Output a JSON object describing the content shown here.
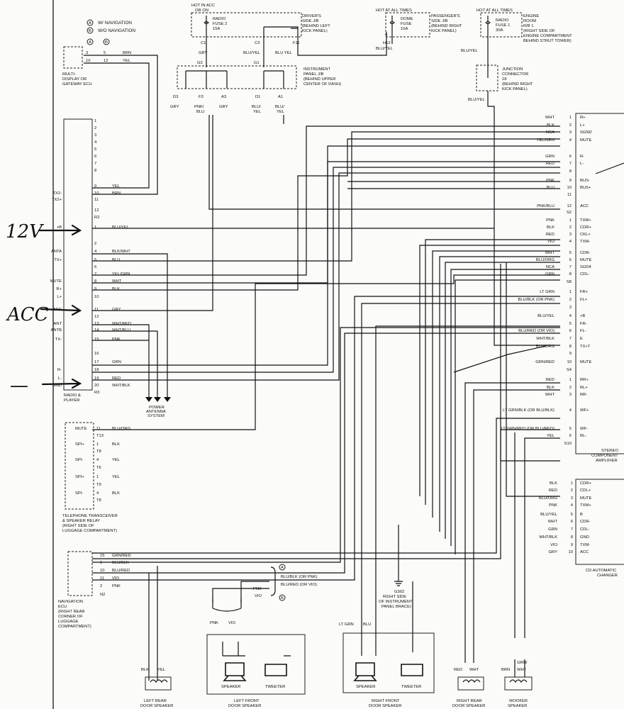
{
  "legend": {
    "a": {
      "symbol": "A",
      "label": "W/ NAVIGATION"
    },
    "b": {
      "symbol": "B",
      "label": "W/O NAVIGATION"
    }
  },
  "handwritten": {
    "v12": "12V",
    "acc": "ACC",
    "gnd": "—"
  },
  "fuses": {
    "radio2": {
      "header1": "HOT IN ACC",
      "header2": "OR ON",
      "name1": "RADIO",
      "name2": "FUSE 2",
      "amps": "15A",
      "loc": [
        "DRIVER'S",
        "SIDE J/B",
        "(BEHIND LEFT",
        "KICK PANEL)"
      ],
      "c1": "C1",
      "c3": "C3",
      "f11": "F11",
      "w1": "GRY",
      "w2": "BLU/YEL",
      "w3": "BLU YEL"
    },
    "dome": {
      "header": "HOT AT ALL TIMES",
      "name1": "DOME",
      "name2": "FUSE",
      "amps": "10A",
      "loc": [
        "PASSENGER'S",
        "SIDE J/B",
        "(BEHIND RIGHT",
        "KICK PANEL)"
      ],
      "pin": "H12",
      "wire": "BLU/YEL"
    },
    "radio1": {
      "header": "HOT AT ALL TIMES",
      "name1": "RADIO",
      "name2": "FUSE 1",
      "amps": "30A",
      "loc": [
        "ENGINE",
        "ROOM",
        "R/B 1",
        "(RIGHT SIDE OF",
        "ENGINE COMPARTMENT",
        "BEHIND STRUT TOWER)"
      ],
      "wire": "BLU/YEL"
    }
  },
  "ipjb": {
    "title": [
      "INSTRUMENT",
      "PANEL J/B",
      "(BEHIND UPPER",
      "CENTER OF DASH)"
    ],
    "g3": "G3",
    "g1": "G1",
    "pins": [
      "D3",
      "F3",
      "A3",
      "D1",
      "A1"
    ],
    "wires": [
      "GRY",
      "PNK/",
      "GRY",
      "BLU/",
      "BLU/"
    ],
    "wires2": [
      "",
      "BLU",
      "",
      "YEL",
      "YEL"
    ]
  },
  "junction": {
    "label": [
      "JUNCTION",
      "CONNECTOR",
      "18",
      "(BEHIND RIGHT",
      "KICK PANEL)"
    ],
    "wire": "BLU/YEL"
  },
  "gateway": {
    "label": [
      "MULTI-",
      "DISPLAY OR",
      "GATEWAY ECU"
    ],
    "ha": "A",
    "hb": "B",
    "rows": [
      [
        "3",
        "5",
        "BRN"
      ],
      [
        "10",
        "12",
        "YEL"
      ]
    ]
  },
  "radio": {
    "label": [
      "RADIO &",
      "PLAYER"
    ],
    "pins": [
      [
        "",
        "1",
        ""
      ],
      [
        "",
        "2",
        ""
      ],
      [
        "",
        "3",
        ""
      ],
      [
        "",
        "4",
        ""
      ],
      [
        "",
        "5",
        ""
      ],
      [
        "",
        "6",
        ""
      ],
      [
        "",
        "7",
        ""
      ],
      [
        "",
        "8",
        ""
      ],
      [
        "",
        "9",
        "YEL"
      ],
      [
        "TX2-",
        "10",
        "BRN"
      ],
      [
        "TX2+",
        "11",
        ""
      ],
      [
        "",
        "12",
        ""
      ],
      [
        "",
        "R2",
        ""
      ],
      [
        "+B",
        "1",
        "BLU/YEL"
      ],
      [
        "",
        "2",
        ""
      ],
      [
        "ANTA",
        "4",
        "BLK/WHT"
      ],
      [
        "TX+",
        "5",
        "BLU"
      ],
      [
        "",
        "6",
        ""
      ],
      [
        "",
        "7",
        "YEL/GRN"
      ],
      [
        "MUTE",
        "8",
        "WHT"
      ],
      [
        "R+",
        "9",
        "BLK"
      ],
      [
        "L+",
        "10",
        ""
      ],
      [
        "ACC",
        "11",
        "GRY"
      ],
      [
        "",
        "12",
        ""
      ],
      [
        "ANT",
        "13",
        "WHT/RED"
      ],
      [
        "ANTB",
        "14",
        "WHT/BLU"
      ],
      [
        "TX-",
        "15",
        "PNK"
      ],
      [
        "",
        "16",
        ""
      ],
      [
        "",
        "17",
        "GRN"
      ],
      [
        "R-",
        "18",
        ""
      ],
      [
        "L-",
        "19",
        "RED"
      ],
      [
        "GND",
        "20",
        "WHT/BLK"
      ],
      [
        "",
        "R3",
        ""
      ]
    ],
    "antenna": [
      "POWER",
      "ANTENNA",
      "SYSTEM"
    ]
  },
  "phone": {
    "label": [
      "TELEPHONE TRANSCEIVER",
      "& SPEAKER RELAY",
      "(RIGHT SIDE OF",
      "LUGGAGE COMPARTMENT)"
    ],
    "pins": [
      [
        "MUTE",
        "11",
        "BLU/ORG"
      ],
      [
        "",
        "T13",
        ""
      ],
      [
        "SPI+",
        "1",
        "BLK"
      ],
      [
        "",
        "T8",
        ""
      ],
      [
        "SPI-",
        "4",
        "YEL"
      ],
      [
        "",
        "T6",
        ""
      ],
      [
        "SPI+",
        "1",
        "YEL"
      ],
      [
        "",
        "T9",
        ""
      ],
      [
        "SPI-",
        "4",
        "BLK"
      ],
      [
        "",
        "T8",
        ""
      ]
    ]
  },
  "nav": {
    "label": [
      "NAVIGATION",
      "ECU",
      "(RIGHT REAR",
      "CORNER OF",
      "LUGGAGE",
      "COMPARTMENT)"
    ],
    "pins": [
      [
        "15",
        "GRN/RED"
      ],
      [
        "1",
        "BLU/BLK"
      ],
      [
        "10",
        "BLU/RED"
      ],
      [
        "11",
        "VIO"
      ],
      [
        "2",
        "PNK"
      ],
      [
        "N2",
        ""
      ]
    ],
    "a_label": "A",
    "b_label": "B",
    "note1": "BLU/BLK (OR PNK)",
    "note2": "BLU/RED (OR VIO)",
    "pnk": "PNK",
    "vio": "VIO"
  },
  "ground": {
    "name": "G302",
    "loc": [
      "RIGHT SIDE",
      "OF INSTRUMENT",
      "PANEL BRACE)"
    ]
  },
  "speakers": {
    "lr": {
      "label": [
        "LEFT REAR",
        "DOOR SPEAKER"
      ],
      "w1": "BLK",
      "w2": "YEL"
    },
    "lf": {
      "label": [
        "LEFT FRONT",
        "DOOR SPEAKER"
      ],
      "w1": "PNK",
      "w2": "VIO",
      "s": "SPEAKER",
      "t": "TWEETER"
    },
    "rf": {
      "label": [
        "RIGHT FRONT",
        "DOOR SPEAKER"
      ],
      "w1": "LT GRN",
      "w2": "BLU",
      "s": "SPEAKER",
      "t": "TWEETER"
    },
    "rr": {
      "label": [
        "RIGHT REAR",
        "DOOR SPEAKER"
      ],
      "w1": "RED",
      "w2": "WHT"
    },
    "wf": {
      "label": [
        "WOOFER",
        "SPEAKER"
      ],
      "w1": "BRN",
      "w2": "GRN/",
      "w3": "WHT"
    }
  },
  "amp": {
    "label": [
      "STEREO",
      "COMPONENT",
      "AMPLIFIER"
    ],
    "upper": [
      [
        "WHT",
        "1",
        "R+"
      ],
      [
        "BLK",
        "2",
        "L+"
      ],
      [
        "NCA",
        "3",
        "SGND"
      ],
      [
        "YEL/GRN",
        "4",
        "MUTE"
      ],
      [
        "",
        "",
        ""
      ],
      [
        "GRN",
        "6",
        "R-"
      ],
      [
        "RED",
        "7",
        "L-"
      ],
      [
        "",
        "8",
        ""
      ],
      [
        "PNK",
        "9",
        "BUS-"
      ],
      [
        "BLU",
        "10",
        "BUS+"
      ],
      [
        "",
        "11",
        ""
      ],
      [
        "PNK/BLU",
        "12",
        "ACC"
      ],
      [
        "",
        "S2",
        ""
      ]
    ],
    "mid": [
      [
        "PNK",
        "1",
        "TXM+"
      ],
      [
        "BLK",
        "2",
        "CDR+"
      ],
      [
        "RED",
        "3",
        "CKL+"
      ],
      [
        "VIO",
        "4",
        "TXM-"
      ],
      [
        "WHT",
        "5",
        "CDR-"
      ],
      [
        "BLU/ORG",
        "6",
        "MUTE"
      ],
      [
        "NCA",
        "7",
        "SGD4"
      ],
      [
        "GRN",
        "8",
        "CDL-"
      ],
      [
        "",
        "S8",
        ""
      ]
    ],
    "low": [
      [
        "LT GRN",
        "1",
        "FR+"
      ],
      [
        "BLU/BLK (OR PNK)",
        "2",
        "FL+"
      ],
      [
        "",
        "3",
        ""
      ],
      [
        "BLU/YEL",
        "4",
        "+B"
      ],
      [
        "",
        "5",
        "FR-"
      ],
      [
        "BLU/RED (OR VIO)",
        "6",
        "FL-"
      ],
      [
        "WHT/BLK",
        "7",
        "E"
      ],
      [
        "BLU/ORG",
        "8",
        "TX+T"
      ],
      [
        "",
        "9",
        ""
      ],
      [
        "GRN/RED",
        "10",
        "MUTE"
      ],
      [
        "",
        "S4",
        ""
      ],
      [
        "RED",
        "1",
        "RR+"
      ],
      [
        "BLK",
        "2",
        "RL+"
      ],
      [
        "WHT",
        "3",
        "RR-"
      ],
      [
        "LT GRN/BLK (OR BLU/BLK)",
        "4",
        "WF+"
      ],
      [
        "LT GRN/RED (OR BLU/RED)",
        "5",
        "WF-"
      ],
      [
        "YEL",
        "6",
        "RL-"
      ],
      [
        "",
        "S10",
        ""
      ]
    ]
  },
  "changer": {
    "label": [
      "CD AUTOMATIC",
      "CHANGER"
    ],
    "pins": [
      [
        "BLK",
        "1",
        "CDR+"
      ],
      [
        "RED",
        "2",
        "CDL+"
      ],
      [
        "BLU/ORG",
        "3",
        "MUTE"
      ],
      [
        "PNK",
        "4",
        "TXM+"
      ],
      [
        "BLU/YEL",
        "5",
        "B"
      ],
      [
        "WHT",
        "6",
        "CDR-"
      ],
      [
        "GRN",
        "7",
        "CDL-"
      ],
      [
        "WHT/BLK",
        "8",
        "GND"
      ],
      [
        "VIO",
        "9",
        "TXM-"
      ],
      [
        "GRY",
        "10",
        "ACC"
      ]
    ]
  }
}
